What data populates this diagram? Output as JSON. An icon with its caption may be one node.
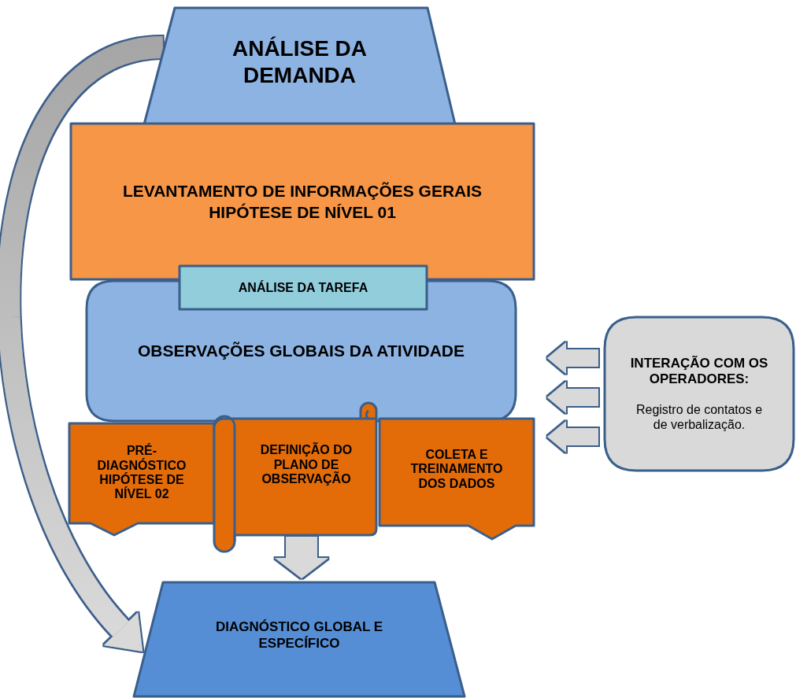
{
  "diagram": {
    "nodes": [
      {
        "text": [
          "ANÁLISE DA DEMANDA"
        ]
      },
      {
        "text": [
          "LEVANTAMENTO DE INFORMAÇÕES GERAIS",
          "HIPÓTESE DE NÍVEL 01"
        ]
      },
      {
        "text": [
          "ANÁLISE DA TAREFA"
        ]
      },
      {
        "text": [
          "OBSERVAÇÕES GLOBAIS DA ATIVIDADE"
        ]
      },
      {
        "text": [
          "PRÉ-DIAGNÓSTICO HIPÓTESE DE NÍVEL 02"
        ]
      },
      {
        "text": [
          "DEFINIÇÃO DO PLANO DE OBSERVAÇÃO"
        ]
      },
      {
        "text": [
          "COLETA E TREINAMENTO DOS DADOS"
        ]
      },
      {
        "text": [
          "DIAGNÓSTICO GLOBAL E ESPECÍFICO"
        ]
      },
      {
        "text": [
          "INTERAÇÃO COM OS OPERADORES:",
          "Registro de contatos e de verbalização."
        ]
      }
    ],
    "edges": [
      {
        "from": 0,
        "to": 7,
        "arrow": "to"
      },
      {
        "from": 8,
        "to": 3,
        "arrow": "to"
      },
      {
        "from": 8,
        "to": 3,
        "arrow": "to"
      },
      {
        "from": 8,
        "to": 6,
        "arrow": "to"
      },
      {
        "from": 5,
        "to": 7,
        "arrow": "to",
        "style": "thick"
      }
    ]
  }
}
